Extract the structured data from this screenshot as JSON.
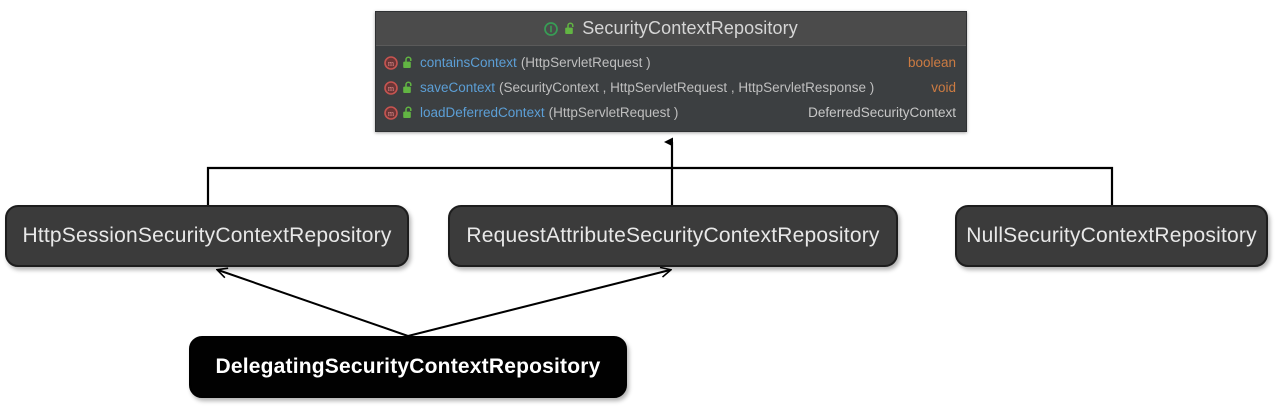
{
  "diagram": {
    "kind": "uml-class-hierarchy",
    "background_color": "#ffffff"
  },
  "interface_box": {
    "name": "SecurityContextRepository",
    "stereotype_icon": "interface-icon",
    "visibility_icon": "public-lock-icon",
    "header_background": "#4b4b4b",
    "body_background": "#3c3f41",
    "members": [
      {
        "kind_icon": "method-icon",
        "visibility_icon": "public-lock-icon",
        "name": "containsContext",
        "params": "(HttpServletRequest )",
        "return_type": "boolean",
        "return_is_keyword": true
      },
      {
        "kind_icon": "method-icon",
        "visibility_icon": "public-lock-icon",
        "name": "saveContext",
        "params": "(SecurityContext , HttpServletRequest , HttpServletResponse )",
        "return_type": "void",
        "return_is_keyword": true
      },
      {
        "kind_icon": "method-icon",
        "visibility_icon": "public-lock-icon",
        "name": "loadDeferredContext",
        "params": "(HttpServletRequest )",
        "return_type": "DeferredSecurityContext",
        "return_is_keyword": false
      }
    ]
  },
  "implementations": [
    {
      "id": "httpsession",
      "label": "HttpSessionSecurityContextRepository",
      "highlighted": false
    },
    {
      "id": "requestattribute",
      "label": "RequestAttributeSecurityContextRepository",
      "highlighted": false
    },
    {
      "id": "nullrepo",
      "label": "NullSecurityContextRepository",
      "highlighted": false
    },
    {
      "id": "delegating",
      "label": "DelegatingSecurityContextRepository",
      "highlighted": true
    }
  ],
  "colors": {
    "method_name": "#5c9fd6",
    "param_type": "#bfbfbf",
    "keyword_return": "#cc7b42",
    "object_return": "#c8c8c8",
    "title_text": "#d6d6d6",
    "node_fill": "#3b3b3b",
    "node_highlight_fill": "#010101",
    "connector": "#000000",
    "method_icon": "#c75450",
    "interface_icon": "#389c55",
    "lock_icon": "#62b543"
  },
  "relations": [
    {
      "from": "implementation-bus",
      "to": "SecurityContextRepository",
      "type": "implements",
      "arrow": "solid-filled-triangle"
    },
    {
      "from": "DelegatingSecurityContextRepository",
      "to": "HttpSessionSecurityContextRepository",
      "type": "uses",
      "arrow": "open-arrow"
    },
    {
      "from": "DelegatingSecurityContextRepository",
      "to": "RequestAttributeSecurityContextRepository",
      "type": "uses",
      "arrow": "open-arrow"
    }
  ]
}
